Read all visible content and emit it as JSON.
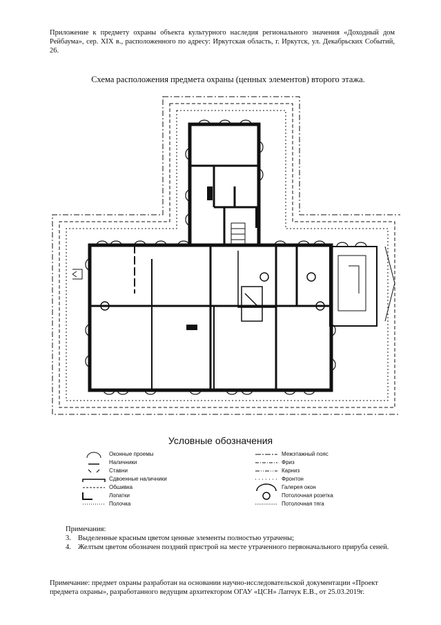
{
  "document": {
    "header_text": "Приложение к предмету охраны объекта культурного наследия регионального значения «Доходный дом Рейбаума», сер. XIX в., расположенного по адресу: Иркутская область, г. Иркутск, ул. Декабрьских Событий, 26.",
    "plan_title": "Схема расположения предмета охраны (ценных элементов) второго этажа.",
    "legend_title": "Условные обозначения",
    "legend_left": [
      {
        "icon": "window-opening-icon",
        "label": "Оконные проемы"
      },
      {
        "icon": "trims-icon",
        "label": "Наличники"
      },
      {
        "icon": "shutters-icon",
        "label": "Ставни"
      },
      {
        "icon": "double-trims-icon",
        "label": "Сдвоенные наличники"
      },
      {
        "icon": "cladding-icon",
        "label": "Обшивка"
      },
      {
        "icon": "pilaster-icon",
        "label": "Лопатки"
      },
      {
        "icon": "shelf-icon",
        "label": "Полочка"
      }
    ],
    "legend_right": [
      {
        "icon": "interfloor-belt-icon",
        "label": "Межэтажный пояс"
      },
      {
        "icon": "frieze-icon",
        "label": "Фриз"
      },
      {
        "icon": "cornice-icon",
        "label": "Карниз"
      },
      {
        "icon": "pediment-icon",
        "label": "Фронтон"
      },
      {
        "icon": "window-gallery-icon",
        "label": "Галерея окон"
      },
      {
        "icon": "ceiling-rosette-icon",
        "label": "Потолочная розетка"
      },
      {
        "icon": "ceiling-molding-icon",
        "label": "Потолочная тяга"
      }
    ],
    "notes_heading": "Примечания:",
    "notes": [
      {
        "num": "3.",
        "text": "Выделенные красным цветом ценные элементы полностью утрачены;"
      },
      {
        "num": "4.",
        "text": "Желтым цветом обозначен поздний пристрой на месте утраченного первоначального прируба сеней."
      }
    ],
    "footer_text": "Примечание: предмет охраны разработан на основании научно-исследовательской документации «Проект предмета охраны», разработанного ведущим архитектором ОГАУ «ЦСН» Лапчук Е.В., от 25.03.2019г."
  },
  "colors": {
    "ink": "#111111",
    "paper": "#ffffff"
  }
}
